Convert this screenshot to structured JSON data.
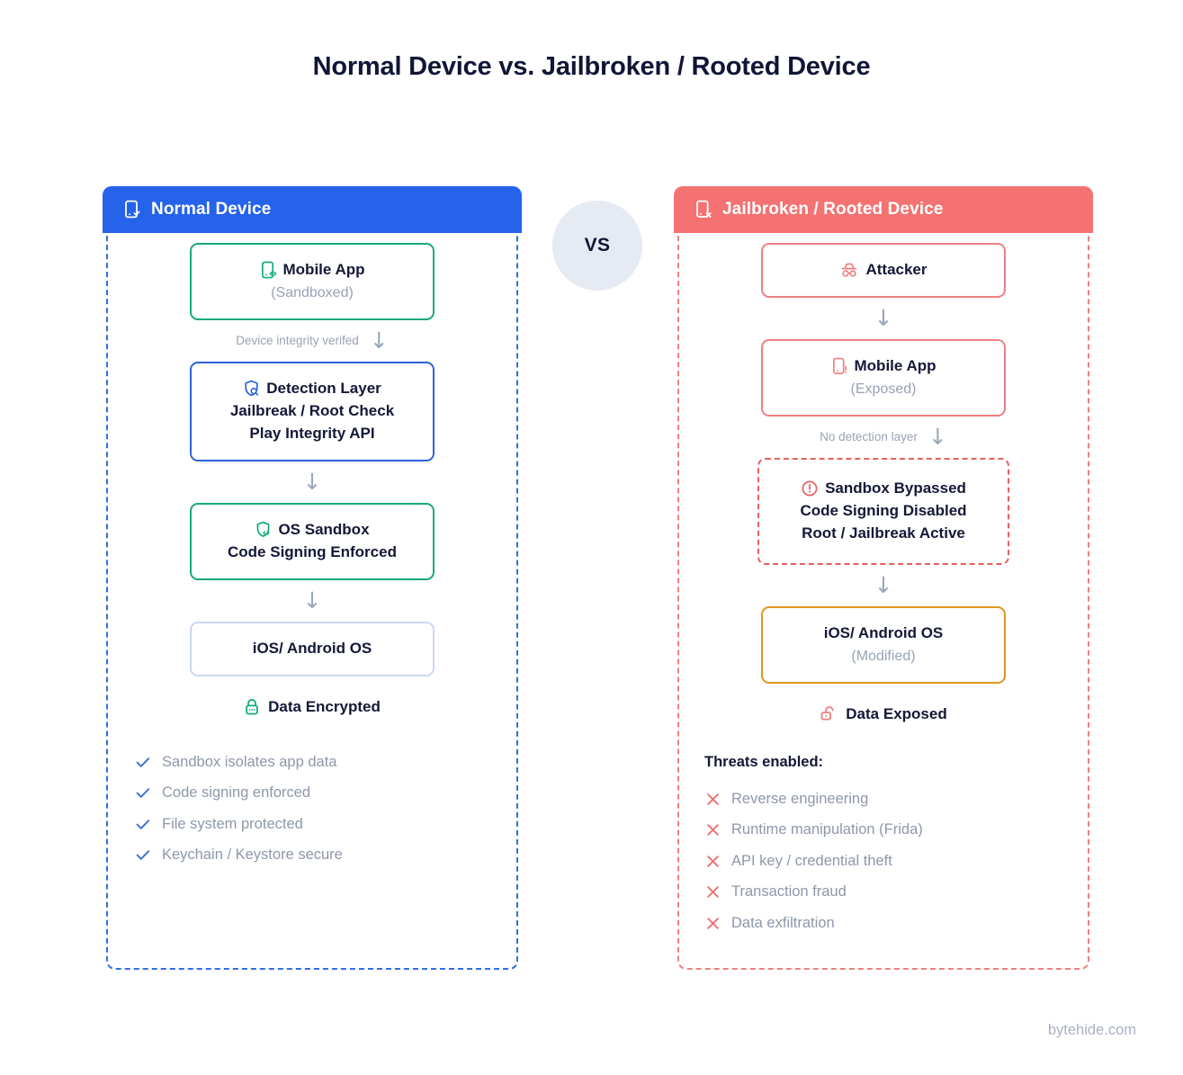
{
  "title": "Normal Device vs. Jailbroken / Rooted Device",
  "vs_badge": "VS",
  "watermark": "bytehide.com",
  "colors": {
    "normal_header": "#2563EB",
    "jailbroken_header": "#F47272",
    "green": "#16A97B",
    "blue": "#2A63D8",
    "red": "#EF8080",
    "orange": "#E2951F",
    "muted_text": "#8E97AB",
    "vs_bg": "#E6EAF3"
  },
  "normal": {
    "header": {
      "label": "Normal Device",
      "icon": "phone-check-icon"
    },
    "steps": [
      {
        "icon": "phone-code-icon",
        "title": "Mobile App",
        "subtitle": "(Sandboxed)",
        "style": "green"
      },
      {
        "icon": "shield-search-icon",
        "title": "Detection Layer",
        "line2": "Jailbreak / Root Check",
        "line3": "Play Integrity API",
        "style": "blue"
      },
      {
        "icon": "shield-code-icon",
        "title": "OS Sandbox",
        "line2": "Code Signing Enforced",
        "style": "green"
      },
      {
        "icon": "",
        "title": "iOS/ Android OS",
        "style": "faint"
      }
    ],
    "connector1": {
      "label": "Device integrity verifed",
      "arrow": "↓"
    },
    "connector2": {
      "label": "",
      "arrow": "↓"
    },
    "connector3": {
      "label": "",
      "arrow": "↓"
    },
    "status": {
      "icon": "lock-closed-icon",
      "label": "Data Encrypted"
    },
    "checklist": [
      "Sandbox isolates app data",
      "Code signing enforced",
      "File system protected",
      "Keychain / Keystore secure"
    ],
    "check_mark": "✓"
  },
  "jailbroken": {
    "header": {
      "label": "Jailbroken / Rooted Device",
      "icon": "phone-x-icon"
    },
    "steps": [
      {
        "icon": "incognito-icon",
        "title": "Attacker",
        "style": "red"
      },
      {
        "icon": "phone-alert-icon",
        "title": "Mobile App",
        "subtitle": "(Exposed)",
        "style": "red"
      },
      {
        "icon": "alert-circle-icon",
        "title": "Sandbox Bypassed",
        "line2": "Code Signing Disabled",
        "line3": "Root / Jailbreak Active",
        "style": "dashed-red"
      },
      {
        "icon": "",
        "title": "iOS/ Android OS",
        "subtitle": "(Modified)",
        "style": "orange"
      }
    ],
    "connector1": {
      "label": "",
      "arrow": "↓"
    },
    "connector2": {
      "label": "No detection layer",
      "arrow": "↓"
    },
    "connector3": {
      "label": "",
      "arrow": "↓"
    },
    "status": {
      "icon": "lock-open-icon",
      "label": "Data Exposed"
    },
    "threats_heading": "Threats enabled:",
    "threats": [
      "Reverse engineering",
      "Runtime manipulation (Frida)",
      "API key / credential theft",
      "Transaction fraud",
      "Data exfiltration"
    ],
    "cross_mark": "✕"
  }
}
